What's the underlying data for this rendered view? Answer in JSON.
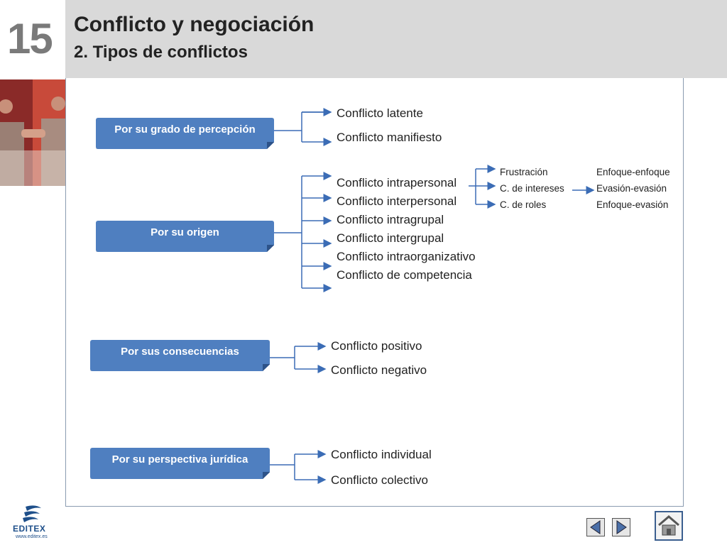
{
  "header": {
    "chapter_number": "15",
    "title": "Conflicto y negociación",
    "subtitle": "2. Tipos de conflictos"
  },
  "categories": [
    {
      "label": "Por su grado de percepción",
      "items": [
        "Conflicto latente",
        "Conflicto manifiesto"
      ]
    },
    {
      "label": "Por su origen",
      "items": [
        "Conflicto intrapersonal",
        "Conflicto interpersonal",
        "Conflicto intragrupal",
        "Conflicto intergrupal",
        "Conflicto intraorganizativo",
        "Conflicto de competencia"
      ],
      "intrapersonal_causes": [
        "Frustración",
        "C. de intereses",
        "C. de roles"
      ],
      "interest_conflict_types": [
        "Enfoque-enfoque",
        "Evasión-evasión",
        "Enfoque-evasión"
      ]
    },
    {
      "label": "Por sus consecuencias",
      "items": [
        "Conflicto positivo",
        "Conflicto negativo"
      ]
    },
    {
      "label": "Por su perspectiva jurídica",
      "items": [
        "Conflicto individual",
        "Conflicto colectivo"
      ]
    }
  ],
  "footer": {
    "logo_name": "EDITEX",
    "logo_url": "www.editex.es",
    "icons": [
      "prev-arrow-icon",
      "next-arrow-icon",
      "home-icon"
    ]
  },
  "colors": {
    "box_blue": "#4f7fc0",
    "box_dark": "#2d5288",
    "connector": "#3b6cb5",
    "header_gray": "#d9d9d9"
  }
}
